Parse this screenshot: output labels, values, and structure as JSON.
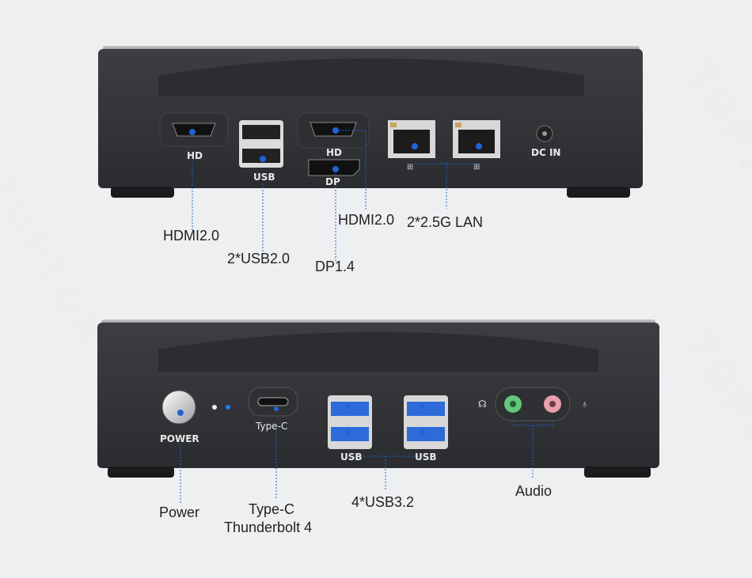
{
  "watermark": "TOPTON",
  "rear_panel": {
    "ports": {
      "hd_label": "HD",
      "usb_label": "USB",
      "hd2_label": "HD",
      "dp_label": "DP",
      "dc_label": "DC IN"
    },
    "callouts": {
      "hdmi_left": "HDMI2.0",
      "usb2": "2*USB2.0",
      "dp": "DP1.4",
      "hdmi_right": "HDMI2.0",
      "lan": "2*2.5G LAN"
    }
  },
  "front_panel": {
    "ports": {
      "power_label": "POWER",
      "typec_label": "Type-C",
      "usb_left_label": "USB",
      "usb_right_label": "USB"
    },
    "callouts": {
      "power": "Power",
      "typec_line1": "Type-C",
      "typec_line2": "Thunderbolt 4",
      "usb3": "4*USB3.2",
      "audio": "Audio"
    }
  },
  "colors": {
    "background": "#eeeff1",
    "chassis": "#333538",
    "accent_dot": "#1f63d6",
    "usb3_blue": "#2c6bd8",
    "audio_green": "#63c77a",
    "audio_pink": "#e7a0ab"
  }
}
